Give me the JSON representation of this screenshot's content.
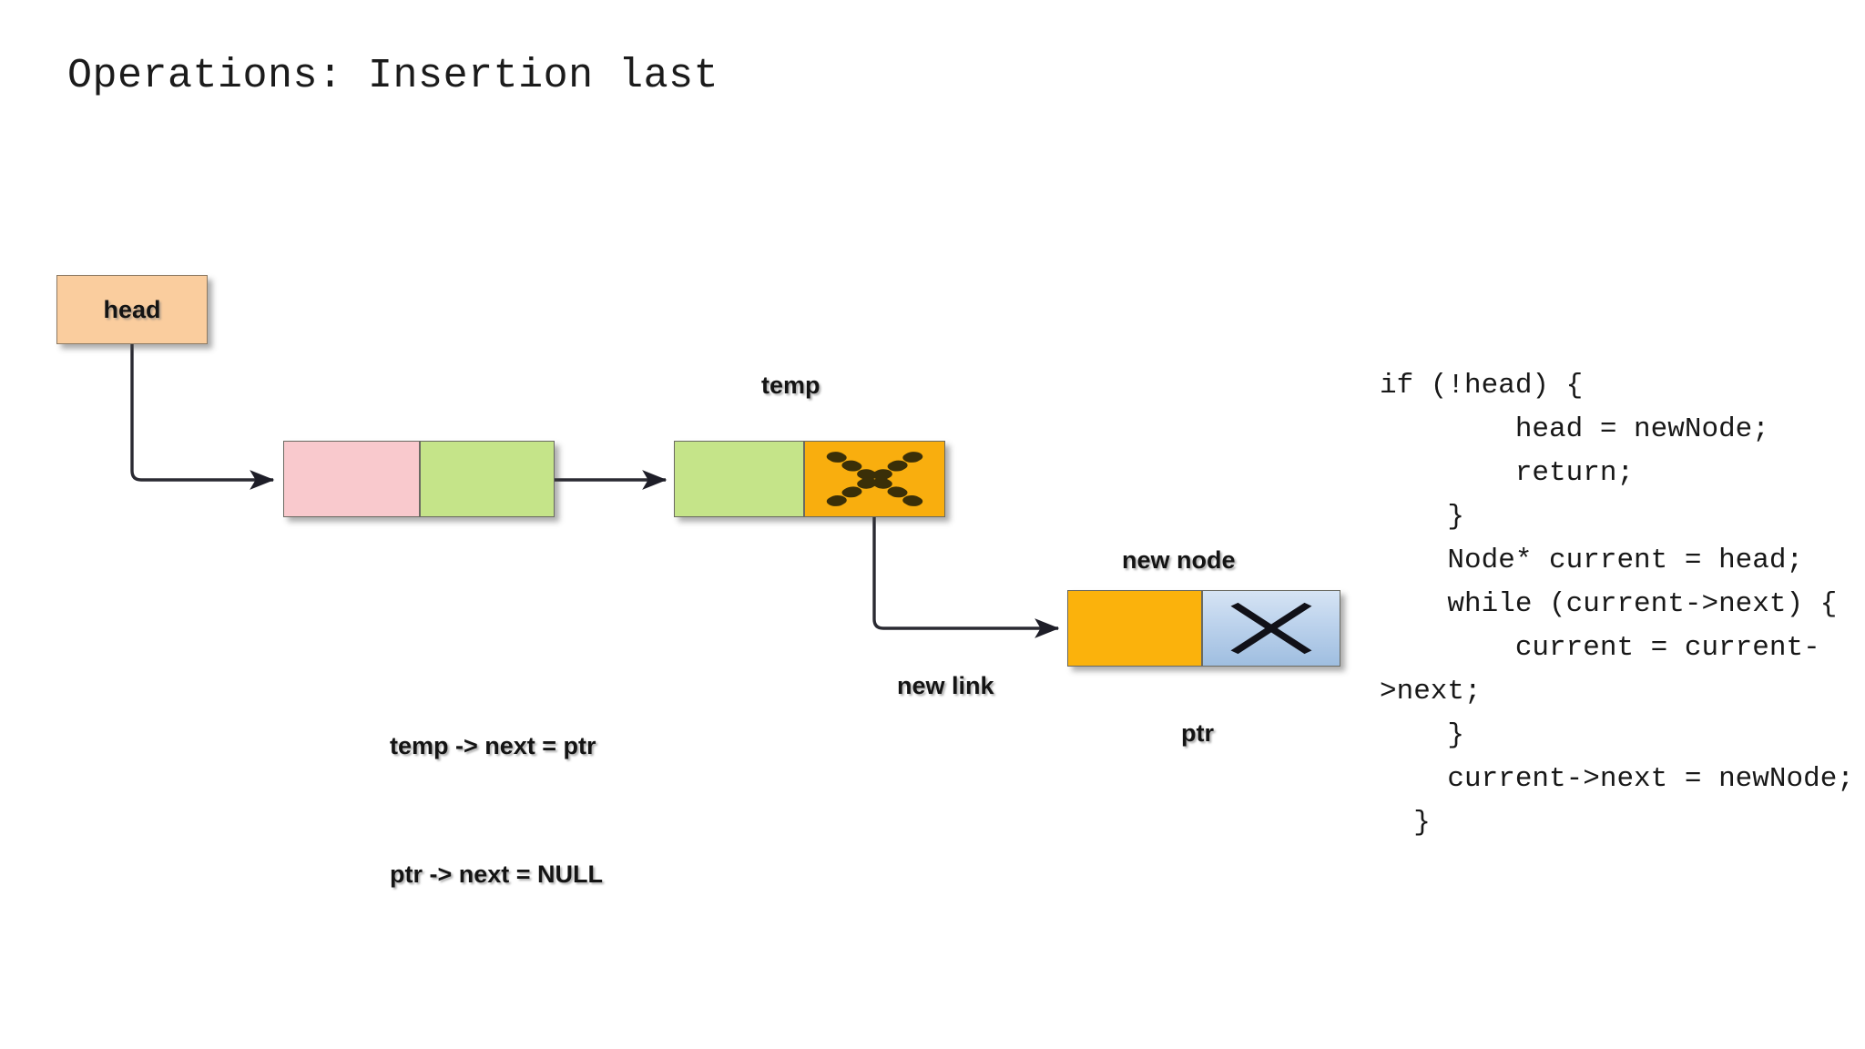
{
  "slide": {
    "title": "Operations: Insertion last",
    "background_color": "#ffffff"
  },
  "diagram": {
    "type": "singly-linked-list-insertion-at-end",
    "head_pointer": {
      "label": "head",
      "fill_color": "#facd9e"
    },
    "nodes": [
      {
        "id": "node1",
        "pointer_label": "",
        "data_cell": {
          "value": "",
          "fill_color": "#f9c9cd"
        },
        "next_cell": {
          "value": "",
          "fill_color": "#c5e489",
          "null_marker": false
        }
      },
      {
        "id": "node2",
        "pointer_label": "temp",
        "data_cell": {
          "value": "",
          "fill_color": "#c5e489"
        },
        "next_cell": {
          "value": "",
          "fill_color": "#f9ae0e",
          "null_marker": true,
          "null_marker_style": "dotted-x"
        }
      },
      {
        "id": "node3",
        "pointer_label_above": "new node",
        "pointer_label_below": "ptr",
        "data_cell": {
          "value": "",
          "fill_color": "#fbb20c"
        },
        "next_cell": {
          "value": "",
          "fill_color": "#bcd2ec",
          "null_marker": true,
          "null_marker_style": "solid-x"
        }
      }
    ],
    "connectors": [
      {
        "id": "head-to-node1",
        "label": "",
        "from": "head",
        "to": "node1",
        "style": "elbow-arrow"
      },
      {
        "id": "node1-to-node2",
        "label": "",
        "from": "node1.next",
        "to": "node2",
        "style": "straight-arrow"
      },
      {
        "id": "node2-to-node3",
        "label": "new link",
        "from": "node2.next",
        "to": "node3",
        "style": "elbow-arrow"
      }
    ],
    "annotations": {
      "line1": "temp -> next = ptr",
      "line2": "ptr -> next = NULL"
    },
    "labels": {
      "temp": "temp",
      "new_node": "new node",
      "ptr": "ptr",
      "new_link": "new link",
      "head": "head"
    }
  },
  "code": {
    "language": "cpp",
    "text": "if (!head) {\n        head = newNode;\n        return;\n    }\n    Node* current = head;\n    while (current->next) {\n        current = current->next;\n    }\n    current->next = newNode;\n  }"
  }
}
